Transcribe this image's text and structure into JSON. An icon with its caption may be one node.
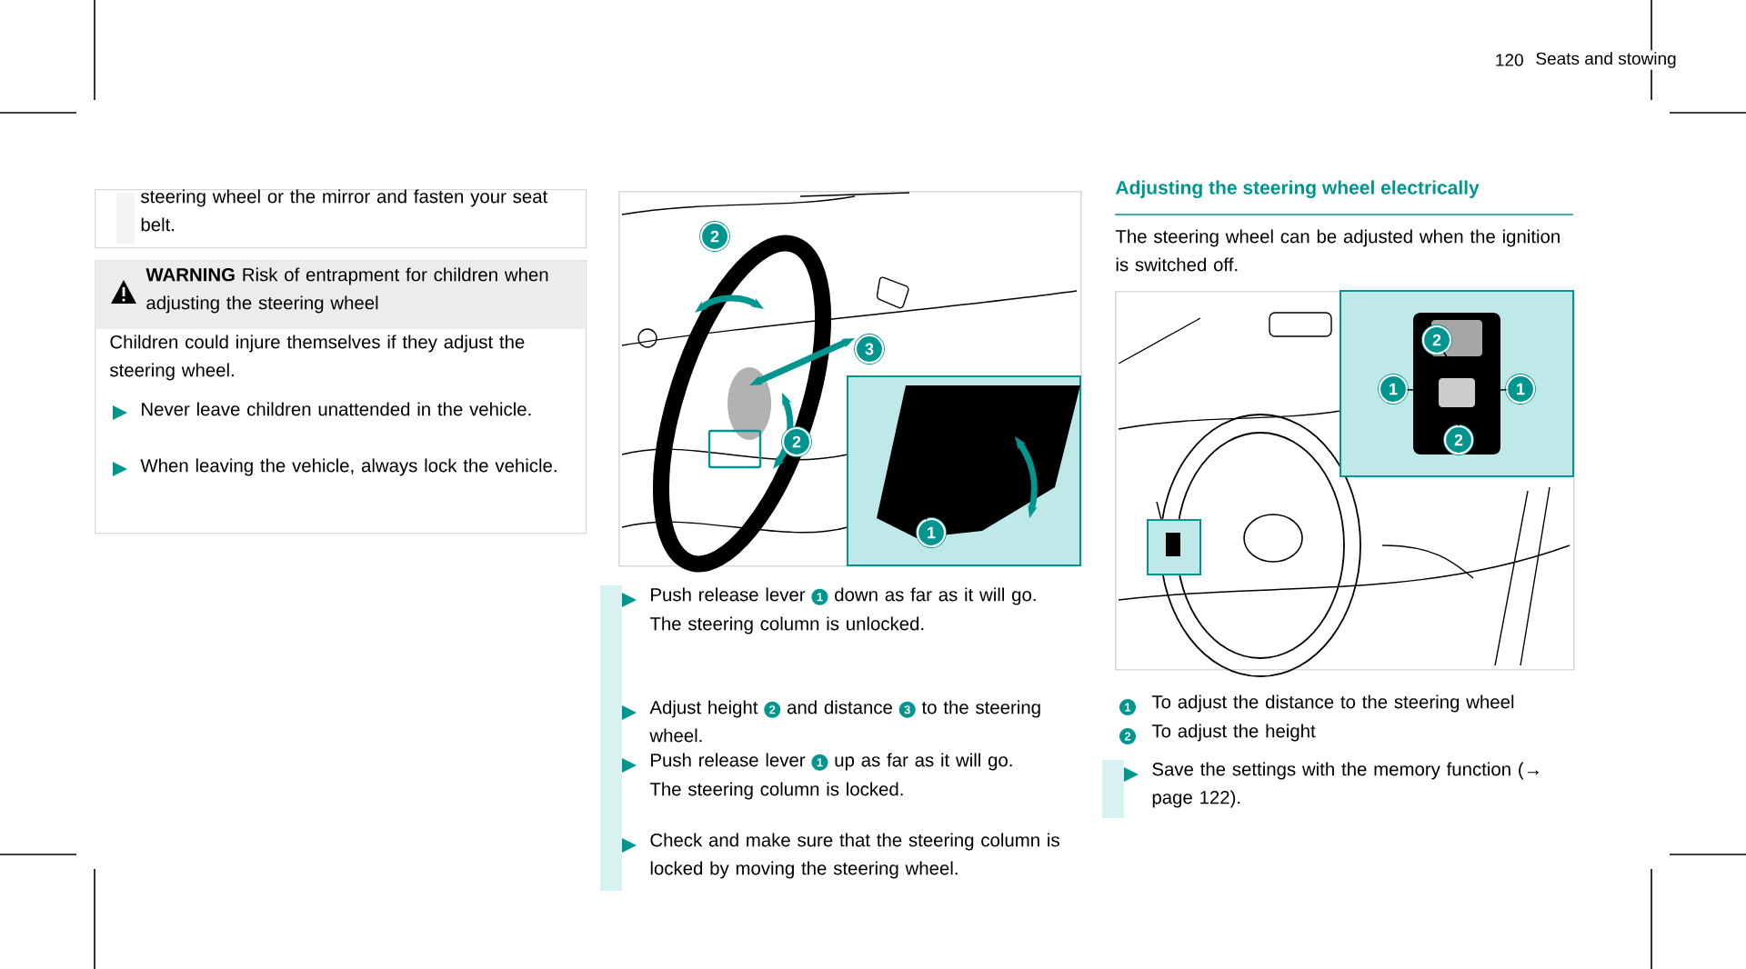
{
  "diagram": {
    "nodes": [
      {
        "text": [
          "steering wheel or the mirror and fasten your seat belt."
        ]
      },
      {
        "text": [
          "**WARNING** Risk of entrapment for children when adjusting the steering wheel",
          "Children could injure themselves if they adjust the steering wheel.",
          "Never leave children unattended in the vehicle.",
          "When leaving the vehicle, always lock the vehicle."
        ]
      },
      {
        "text": [],
        "shape": "picture"
      },
      {
        "text": [
          "2"
        ],
        "in": 2
      },
      {
        "text": [
          "3"
        ],
        "in": 2
      },
      {
        "text": [
          "2"
        ],
        "in": 2
      },
      {
        "text": [
          "1"
        ],
        "in": 2
      },
      {
        "text": [],
        "shape": "picture"
      },
      {
        "text": [
          "2"
        ],
        "in": 7
      },
      {
        "text": [
          "1"
        ],
        "in": 7
      },
      {
        "text": [
          "1"
        ],
        "in": 7
      },
      {
        "text": [
          "2"
        ],
        "in": 7
      }
    ],
    "edges": [
      {
        "from": 6,
        "to": null,
        "arrow": "none"
      },
      {
        "from": 8,
        "to": null,
        "arrow": "none"
      },
      {
        "from": 9,
        "to": null,
        "arrow": "none"
      },
      {
        "from": 10,
        "to": null,
        "arrow": "none"
      },
      {
        "from": 11,
        "to": null,
        "arrow": "none"
      }
    ],
    "labels": [
      "120",
      "Seats and stowing",
      "Push release lever",
      "1",
      "down as far as it will go.",
      "The steering column is unlocked.",
      "Adjust height",
      "2",
      "and distance",
      "3",
      "to the steering wheel.",
      "Push release lever",
      "1",
      "up as far as it will go.",
      "The steering column is locked.",
      "Check and make sure that the steering column is locked by moving the steering wheel.",
      "Adjusting the steering wheel electrically",
      "The steering wheel can be adjusted when the ignition is switched off.",
      "1",
      "To adjust the distance to the steering wheel",
      "2",
      "To adjust the height",
      "Save the settings with the memory function (→ page 122)."
    ]
  }
}
